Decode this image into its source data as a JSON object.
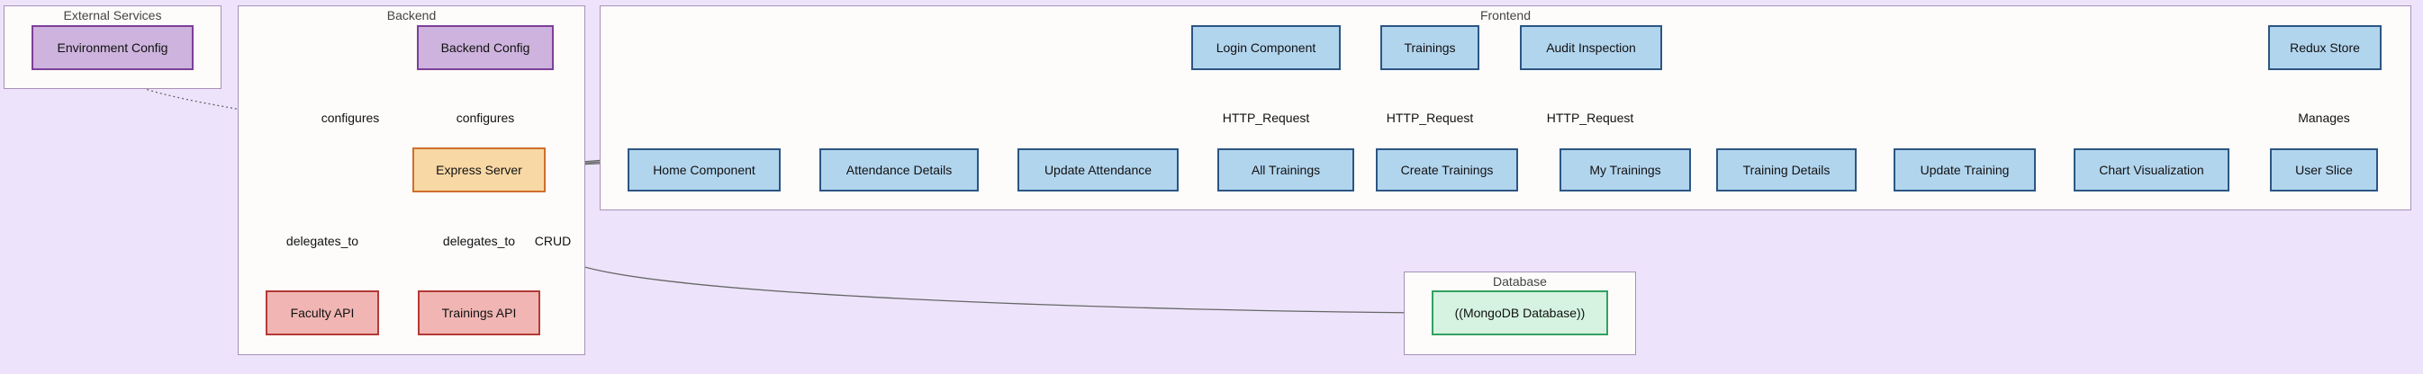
{
  "clusters": {
    "external": {
      "title": "External Services"
    },
    "backend": {
      "title": "Backend"
    },
    "frontend": {
      "title": "Frontend"
    },
    "database": {
      "title": "Database"
    }
  },
  "nodes": {
    "env_config": "Environment Config",
    "backend_config": "Backend Config",
    "express_server": "Express Server",
    "faculty_api": "Faculty API",
    "trainings_api": "Trainings API",
    "login_component": "Login Component",
    "trainings": "Trainings",
    "audit_inspection": "Audit Inspection",
    "redux_store": "Redux Store",
    "home_component": "Home Component",
    "attendance_details": "Attendance Details",
    "update_attendance": "Update Attendance",
    "all_trainings": "All Trainings",
    "create_trainings": "Create Trainings",
    "my_trainings": "My Trainings",
    "training_details": "Training Details",
    "update_training": "Update Training",
    "chart_visualization": "Chart Visualization",
    "user_slice": "User Slice",
    "mongodb": "((MongoDB Database))"
  },
  "edges": {
    "env_configures": "configures",
    "backend_configures": "configures",
    "delegates_faculty": "delegates_to",
    "delegates_trainings": "delegates_to",
    "crud": "CRUD",
    "http_login": "HTTP_Request",
    "http_trainings": "HTTP_Request",
    "http_audit": "HTTP_Request",
    "manages": "Manages"
  },
  "colors": {
    "background": "#ede4fb",
    "config_fill": "#cdb3dd",
    "server_fill": "#f8d8a4",
    "api_fill": "#f1b6b3",
    "frontend_fill": "#b2d5ee",
    "database_fill": "#d5f3e0"
  }
}
